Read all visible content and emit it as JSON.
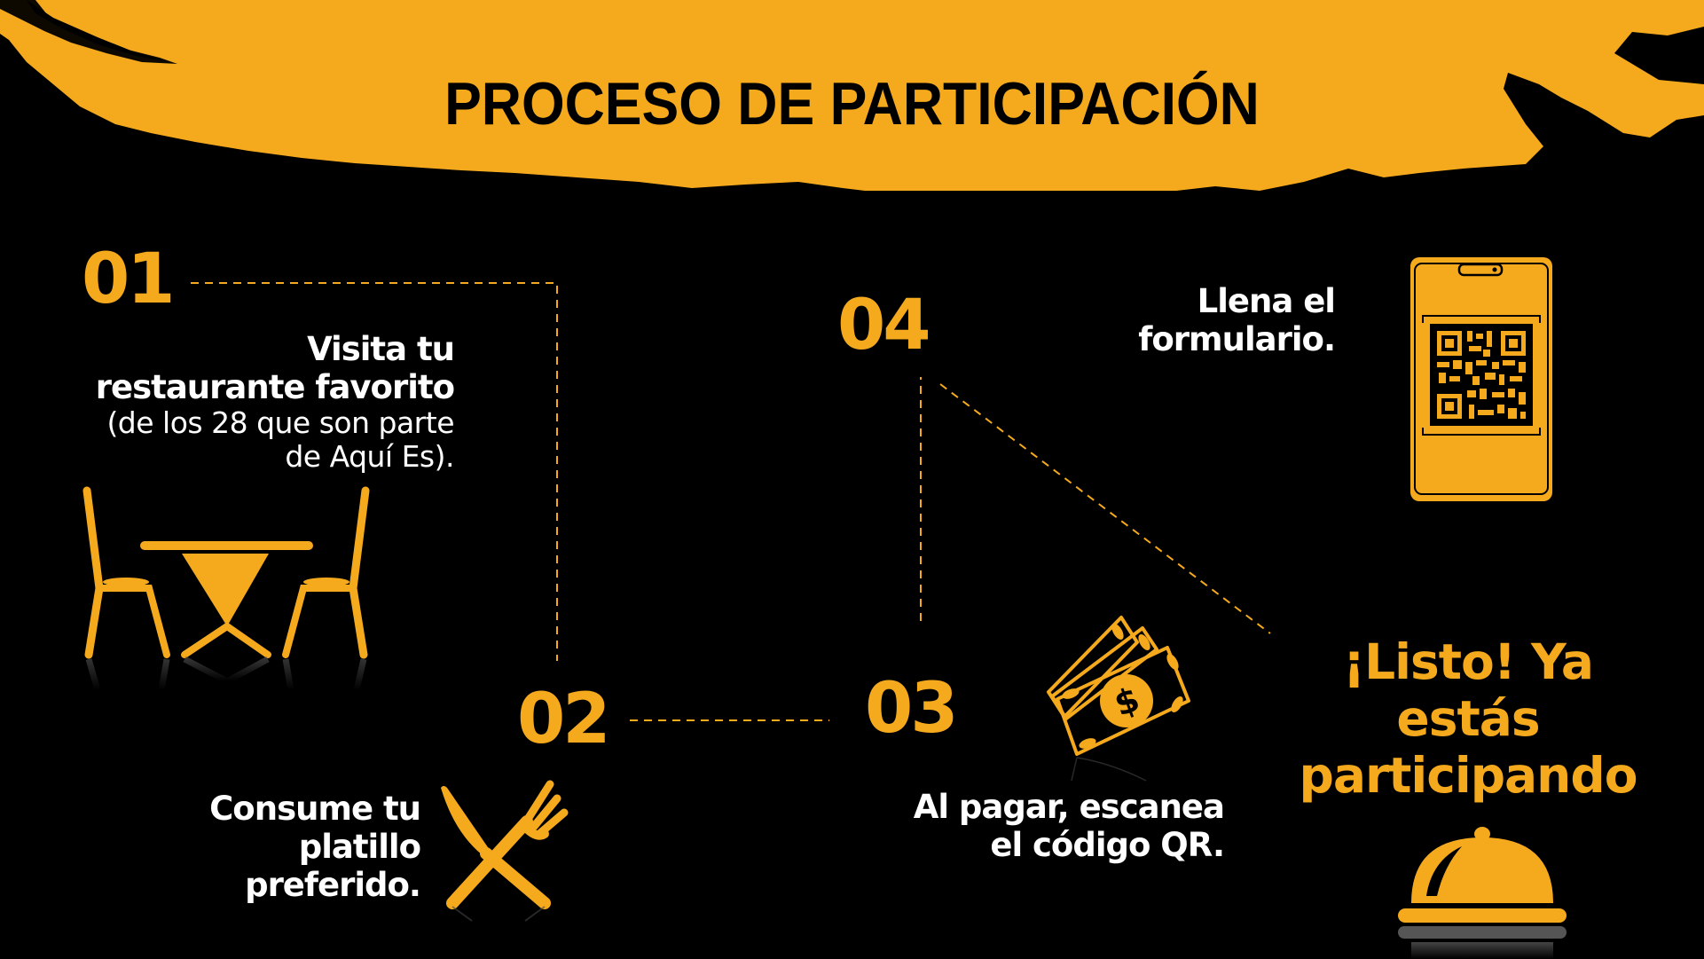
{
  "title": "PROCESO DE PARTICIPACIÓN",
  "colors": {
    "accent": "#F5A91D",
    "background": "#000000",
    "text": "#FFFFFF",
    "title_text": "#000000"
  },
  "steps": [
    {
      "number": "01",
      "title_lines": [
        "Visita tu",
        "restaurante favorito"
      ],
      "subtitle_lines": [
        "(de los 28 que son parte",
        "de Aquí Es)."
      ],
      "icon": "table-chairs-icon"
    },
    {
      "number": "02",
      "title_lines": [
        "Consume tu",
        "platillo",
        "preferido."
      ],
      "icon": "knife-fork-icon"
    },
    {
      "number": "03",
      "title_lines": [
        "Al pagar, escanea",
        "el código QR."
      ],
      "icon": "money-bills-icon"
    },
    {
      "number": "04",
      "title_lines": [
        "Llena el",
        "formulario."
      ],
      "icon": "phone-qr-icon"
    }
  ],
  "final": {
    "lines": [
      "¡Listo! Ya",
      "estás",
      "participando"
    ],
    "icon": "cloche-icon"
  },
  "icon_glyphs": {
    "dollar": "$"
  }
}
